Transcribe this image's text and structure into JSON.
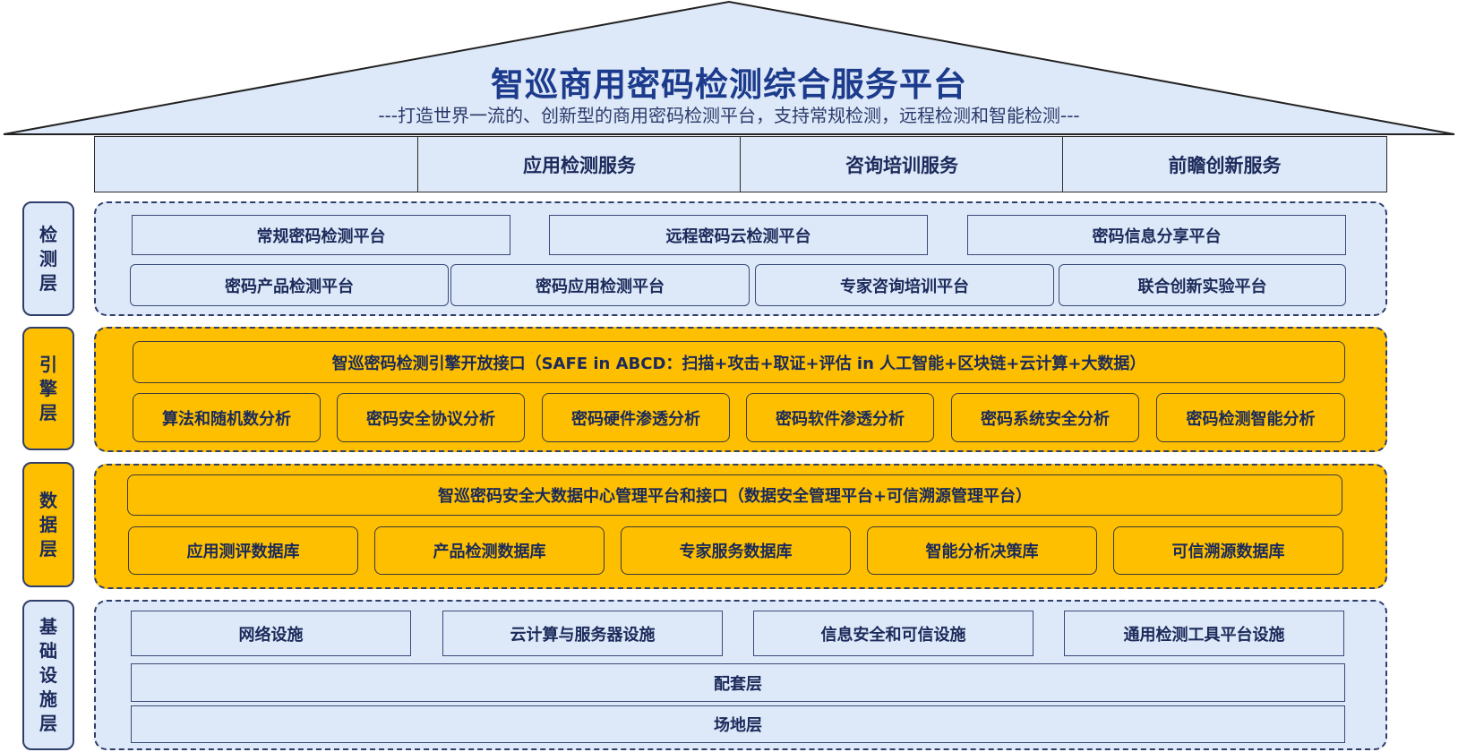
{
  "colors": {
    "light_fill": "#dde8f8",
    "gold_fill": "#fdbf00",
    "title": "#1c3b8c",
    "text": "#1b2a5a"
  },
  "header": {
    "title": "智巡商用密码检测综合服务平台",
    "subtitle": "---打造世界一流的、创新型的商用密码检测平台，支持常规检测，远程检测和智能检测---"
  },
  "services": [
    "",
    "应用检测服务",
    "咨询培训服务",
    "前瞻创新服务"
  ],
  "layers": {
    "detection": {
      "label": "检测层",
      "row1": [
        "常规密码检测平台",
        "远程密码云检测平台",
        "密码信息分享平台"
      ],
      "row2": [
        "密码产品检测平台",
        "密码应用检测平台",
        "专家咨询培训平台",
        "联合创新实验平台"
      ]
    },
    "engine": {
      "label": "引擎层",
      "interface": "智巡密码检测引擎开放接口（SAFE in ABCD：扫描+攻击+取证+评估 in 人工智能+区块链+云计算+大数据）",
      "items": [
        "算法和随机数分析",
        "密码安全协议分析",
        "密码硬件渗透分析",
        "密码软件渗透分析",
        "密码系统安全分析",
        "密码检测智能分析"
      ]
    },
    "data": {
      "label": "数据层",
      "interface": "智巡密码安全大数据中心管理平台和接口（数据安全管理平台+可信溯源管理平台）",
      "items": [
        "应用测评数据库",
        "产品检测数据库",
        "专家服务数据库",
        "智能分析决策库",
        "可信溯源数据库"
      ]
    },
    "infrastructure": {
      "label": "基础设施层",
      "items": [
        "网络设施",
        "云计算与服务器设施",
        "信息安全和可信设施",
        "通用检测工具平台设施"
      ],
      "support": "配套层",
      "site": "场地层"
    }
  }
}
